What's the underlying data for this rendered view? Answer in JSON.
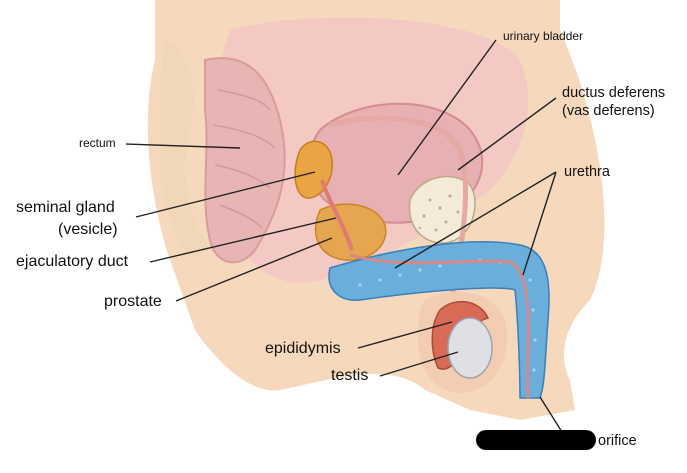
{
  "diagram": {
    "labels": {
      "urinary_bladder": "urinary bladder",
      "ductus_deferens": "ductus deferens",
      "vas_deferens": "(vas deferens)",
      "rectum": "rectum",
      "urethra": "urethra",
      "seminal_gland": "seminal gland",
      "vesicle": "(vesicle)",
      "ejaculatory_duct": "ejaculatory duct",
      "prostate": "prostate",
      "epididymis": "epididymis",
      "testis": "testis",
      "orifice": "orifice"
    },
    "colors": {
      "skin": "#f6d9bd",
      "flesh_pink": "#f3c6c4",
      "bladder": "#e9b3b5",
      "bone": "#f4ead8",
      "spongy": "#5aa2d4",
      "gland": "#e9a443",
      "duct": "#dd8f88",
      "testis": "#dfe0e6",
      "epididymis": "#d96a55",
      "redaction": "#000000"
    }
  }
}
